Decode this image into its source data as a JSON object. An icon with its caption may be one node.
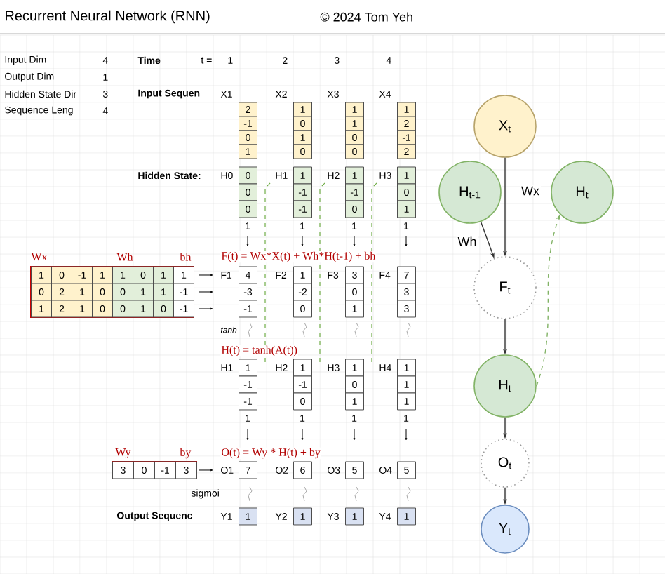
{
  "diagram": {
    "title": "Recurrent Neural Network (RNN)",
    "nodes": [
      {
        "text": [
          "X$_{t}$"
        ]
      },
      {
        "text": [
          "H$_{t-1}$"
        ]
      },
      {
        "text": [
          "H$_{t}$"
        ]
      },
      {
        "text": [
          "F$_{t}$"
        ]
      },
      {
        "text": [
          "H$_{t}$"
        ]
      },
      {
        "text": [
          "O$_{t}$"
        ]
      },
      {
        "text": [
          "Y$_{t}$"
        ]
      }
    ],
    "edges": [
      {
        "from": 0,
        "to": 3,
        "arrow": "to",
        "label": "Wx"
      },
      {
        "from": 1,
        "to": 3,
        "arrow": "to",
        "label": "Wh"
      },
      {
        "from": 3,
        "to": 4,
        "arrow": "to"
      },
      {
        "from": 4,
        "to": 2,
        "arrow": "to",
        "style": "dashed",
        "color": "#82b366"
      },
      {
        "from": 4,
        "to": 5,
        "arrow": "to"
      },
      {
        "from": 5,
        "to": 6,
        "arrow": "to"
      }
    ],
    "labels": [
      "© 2024 Tom Yeh",
      "Input Dim",
      "4",
      "Output Dim",
      "1",
      "Hidden State Dir",
      "3",
      "Sequence Leng",
      "4",
      "Time",
      "t =",
      "1",
      "2",
      "3",
      "4",
      "Input Sequen",
      "X1",
      "X2",
      "X3",
      "X4",
      "2",
      "1",
      "1",
      "1",
      "-1",
      "0",
      "1",
      "2",
      "0",
      "1",
      "0",
      "-1",
      "1",
      "0",
      "0",
      "2",
      "Hidden State:",
      "H0",
      "0",
      "H1",
      "1",
      "H2",
      "1",
      "H3",
      "1",
      "0",
      "-1",
      "-1",
      "0",
      "0",
      "-1",
      "0",
      "1",
      "1",
      "1",
      "1",
      "1",
      "Wx",
      "Wh",
      "bh",
      "F(t) = Wx*X(t) + Wh*H(t-1) + bh",
      "1",
      "0",
      "-1",
      "1",
      "1",
      "0",
      "1",
      "1",
      "F1",
      "4",
      "F2",
      "1",
      "F3",
      "3",
      "F4",
      "7",
      "0",
      "2",
      "1",
      "0",
      "0",
      "1",
      "1",
      "-1",
      "-3",
      "-2",
      "0",
      "3",
      "1",
      "2",
      "1",
      "0",
      "0",
      "1",
      "0",
      "-1",
      "-1",
      "0",
      "1",
      "3",
      "tanh",
      "H(t) = tanh(A(t))",
      "H1",
      "1",
      "H2",
      "1",
      "H3",
      "1",
      "H4",
      "1",
      "-1",
      "-1",
      "0",
      "1",
      "-1",
      "0",
      "1",
      "1",
      "1",
      "1",
      "1",
      "1",
      "Wy",
      "by",
      "O(t) = Wy * H(t) + by",
      "3",
      "0",
      "-1",
      "3",
      "O1",
      "7",
      "O2",
      "6",
      "O3",
      "5",
      "O4",
      "5",
      "sigmoi",
      "Output Sequenc",
      "Y1",
      "1",
      "Y2",
      "1",
      "Y3",
      "1",
      "Y4",
      "1"
    ]
  }
}
